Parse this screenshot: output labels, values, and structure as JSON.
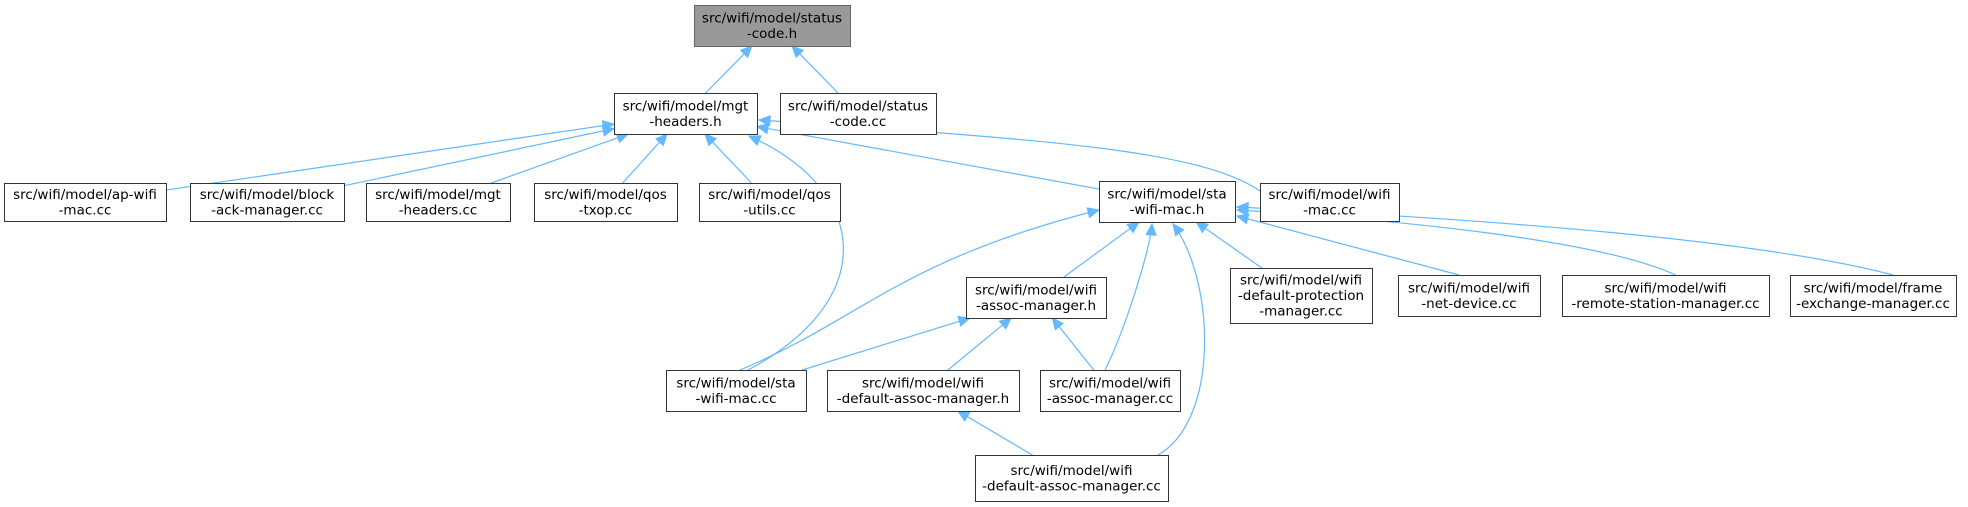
{
  "accent_color": "#63b8ff",
  "nodes": [
    {
      "id": "n_status_h",
      "lines": [
        "src/wifi/model/status",
        "-code.h"
      ],
      "highlight": true
    },
    {
      "id": "n_mgt_h",
      "lines": [
        "src/wifi/model/mgt",
        "-headers.h"
      ]
    },
    {
      "id": "n_status_cc",
      "lines": [
        "src/wifi/model/status",
        "-code.cc"
      ]
    },
    {
      "id": "n_apwifi",
      "lines": [
        "src/wifi/model/ap-wifi",
        "-mac.cc"
      ]
    },
    {
      "id": "n_block",
      "lines": [
        "src/wifi/model/block",
        "-ack-manager.cc"
      ]
    },
    {
      "id": "n_mgt_cc",
      "lines": [
        "src/wifi/model/mgt",
        "-headers.cc"
      ]
    },
    {
      "id": "n_qostxop",
      "lines": [
        "src/wifi/model/qos",
        "-txop.cc"
      ]
    },
    {
      "id": "n_qosutils",
      "lines": [
        "src/wifi/model/qos",
        "-utils.cc"
      ]
    },
    {
      "id": "n_sta_h",
      "lines": [
        "src/wifi/model/sta",
        "-wifi-mac.h"
      ]
    },
    {
      "id": "n_wifimac",
      "lines": [
        "src/wifi/model/wifi",
        "-mac.cc"
      ]
    },
    {
      "id": "n_assoc_h",
      "lines": [
        "src/wifi/model/wifi",
        "-assoc-manager.h"
      ]
    },
    {
      "id": "n_defprot",
      "lines": [
        "src/wifi/model/wifi",
        "-default-protection",
        "-manager.cc"
      ]
    },
    {
      "id": "n_netdev",
      "lines": [
        "src/wifi/model/wifi",
        "-net-device.cc"
      ]
    },
    {
      "id": "n_remote",
      "lines": [
        "src/wifi/model/wifi",
        "-remote-station-manager.cc"
      ]
    },
    {
      "id": "n_frame",
      "lines": [
        "src/wifi/model/frame",
        "-exchange-manager.cc"
      ]
    },
    {
      "id": "n_sta_cc",
      "lines": [
        "src/wifi/model/sta",
        "-wifi-mac.cc"
      ]
    },
    {
      "id": "n_defassoc_h",
      "lines": [
        "src/wifi/model/wifi",
        "-default-assoc-manager.h"
      ]
    },
    {
      "id": "n_assoc_cc",
      "lines": [
        "src/wifi/model/wifi",
        "-assoc-manager.cc"
      ]
    },
    {
      "id": "n_defassoc_cc",
      "lines": [
        "src/wifi/model/wifi",
        "-default-assoc-manager.cc"
      ]
    }
  ],
  "edges": [
    {
      "from": "n_mgt_h",
      "to": "n_status_h"
    },
    {
      "from": "n_status_cc",
      "to": "n_status_h"
    },
    {
      "from": "n_apwifi",
      "to": "n_mgt_h"
    },
    {
      "from": "n_block",
      "to": "n_mgt_h"
    },
    {
      "from": "n_mgt_cc",
      "to": "n_mgt_h"
    },
    {
      "from": "n_qostxop",
      "to": "n_mgt_h"
    },
    {
      "from": "n_qosutils",
      "to": "n_mgt_h"
    },
    {
      "from": "n_sta_h",
      "to": "n_mgt_h"
    },
    {
      "from": "n_wifimac",
      "to": "n_mgt_h"
    },
    {
      "from": "n_sta_cc",
      "to": "n_mgt_h"
    },
    {
      "from": "n_assoc_h",
      "to": "n_sta_h"
    },
    {
      "from": "n_defprot",
      "to": "n_sta_h"
    },
    {
      "from": "n_netdev",
      "to": "n_sta_h"
    },
    {
      "from": "n_remote",
      "to": "n_sta_h"
    },
    {
      "from": "n_frame",
      "to": "n_sta_h"
    },
    {
      "from": "n_sta_cc",
      "to": "n_sta_h"
    },
    {
      "from": "n_assoc_cc",
      "to": "n_sta_h"
    },
    {
      "from": "n_defassoc_cc",
      "to": "n_sta_h"
    },
    {
      "from": "n_sta_cc",
      "to": "n_assoc_h"
    },
    {
      "from": "n_defassoc_h",
      "to": "n_assoc_h"
    },
    {
      "from": "n_assoc_cc",
      "to": "n_assoc_h"
    },
    {
      "from": "n_defassoc_cc",
      "to": "n_defassoc_h"
    }
  ]
}
